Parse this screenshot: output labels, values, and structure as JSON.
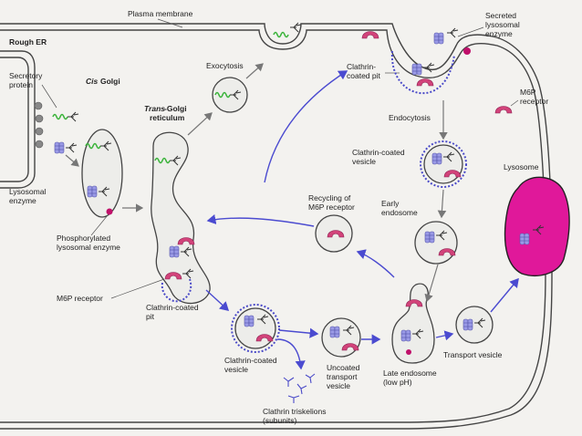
{
  "colors": {
    "membrane": "#444444",
    "lysosome_fill": "#e0189a",
    "receptor": "#d2437a",
    "clathrin_coat": "#4a4ac8",
    "pathway_arrow": "#4b4bd0",
    "secretory_protein": "#3cb43c",
    "lysosomal_enzyme": "#7a7ad6",
    "background": "#f3f2ef"
  },
  "labels": {
    "plasma_membrane": "Plasma membrane",
    "rough_er": "Rough ER",
    "secretory_protein_1": "Secretory",
    "secretory_protein_2": "protein",
    "cis_golgi_1": "Cis",
    "cis_golgi_2": "Golgi",
    "lysosomal_enzyme_1": "Lysosomal",
    "lysosomal_enzyme_2": "enzyme",
    "exocytosis": "Exocytosis",
    "trans_golgi_1": "Trans",
    "trans_golgi_2": "-Golgi",
    "trans_golgi_3": "reticulum",
    "phosphorylated_1": "Phosphorylated",
    "phosphorylated_2": "lysosomal enzyme",
    "m6p_receptor_left": "M6P receptor",
    "clathrin_coated_pit_left_1": "Clathrin-coated",
    "clathrin_coated_pit_left_2": "pit",
    "clathrin_coated_vesicle_left_1": "Clathrin-coated",
    "clathrin_coated_vesicle_left_2": "vesicle",
    "clathrin_triskelions_1": "Clathrin triskelions",
    "clathrin_triskelions_2": "(subunits)",
    "uncoated_1": "Uncoated",
    "uncoated_2": "transport",
    "uncoated_3": "vesicle",
    "late_endosome_1": "Late endosome",
    "late_endosome_2": "(low pH)",
    "transport_vesicle": "Transport vesicle",
    "recycling_1": "Recycling of",
    "recycling_2": "M6P receptor",
    "early_endosome_1": "Early",
    "early_endosome_2": "endosome",
    "clathrin_coated_vesicle_right_1": "Clathrin-coated",
    "clathrin_coated_vesicle_right_2": "vesicle",
    "clathrin_coated_pit_top_1": "Clathrin-",
    "clathrin_coated_pit_top_2": "coated pit",
    "endocytosis": "Endocytosis",
    "secreted_1": "Secreted",
    "secreted_2": "lysosomal",
    "secreted_3": "enzyme",
    "m6p_receptor_right_1": "M6P",
    "m6p_receptor_right_2": "receptor",
    "lysosome": "Lysosome"
  }
}
